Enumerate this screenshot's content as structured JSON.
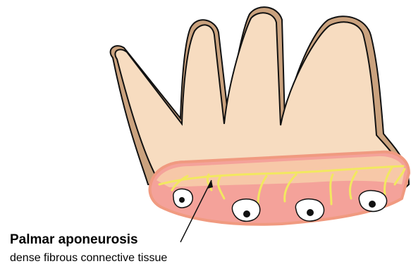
{
  "label": {
    "title": "Palmar aponeurosis",
    "subtitle": "dense fibrous connective tissue"
  },
  "colors": {
    "skin": "#f7dcc0",
    "skin_shadow": "#caa27e",
    "outline": "#111111",
    "cut_surface": "#f4a29a",
    "cut_border": "#f09a80",
    "aponeurosis_band": "#f7c8a8",
    "fibers": "#f2e860",
    "tendon_fill": "#ffffff",
    "tendon_core": "#111111"
  },
  "structures": [
    {
      "name": "hand",
      "icon": "hand-outline"
    },
    {
      "name": "cross-section",
      "icon": "cut-surface"
    },
    {
      "name": "tendons",
      "count": 4
    }
  ]
}
